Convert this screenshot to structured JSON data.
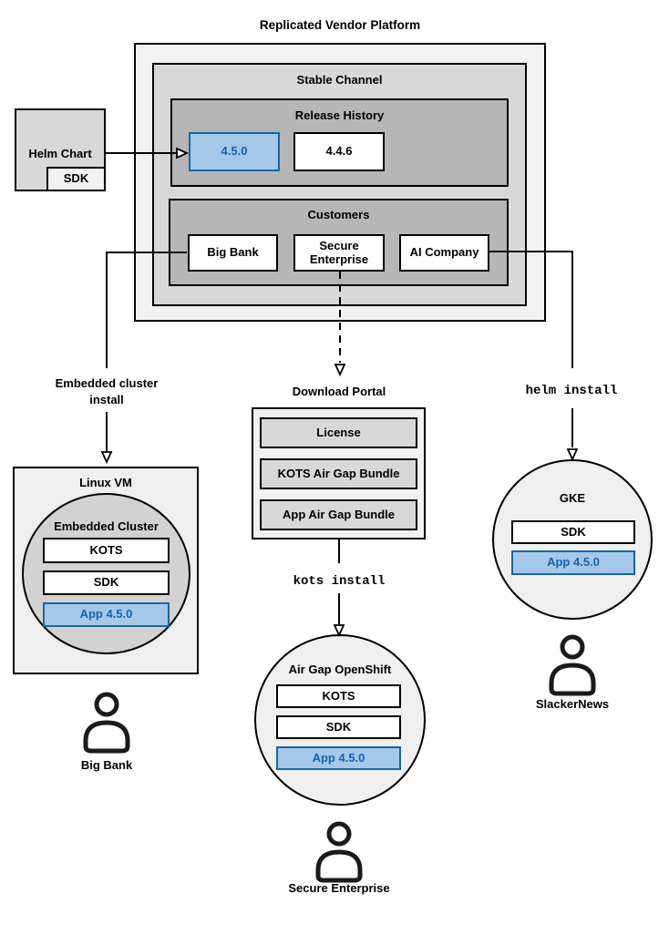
{
  "colors": {
    "highlight_fill": "#a5c8ea",
    "highlight_border": "#1666a5",
    "highlight_text": "#1761ad"
  },
  "diagram": {
    "title": "Replicated Vendor Platform",
    "stable_channel": {
      "label": "Stable Channel"
    },
    "release_history": {
      "label": "Release History",
      "releases": [
        "4.5.0",
        "4.4.6"
      ]
    },
    "customers": {
      "label": "Customers",
      "items": [
        "Big Bank",
        "Secure Enterprise",
        "AI Company"
      ]
    },
    "helm_chart": {
      "label": "Helm Chart",
      "sdk": "SDK"
    },
    "download_portal": {
      "label": "Download Portal",
      "items": [
        "License",
        "KOTS Air Gap Bundle",
        "App Air Gap Bundle"
      ]
    },
    "flow_labels": {
      "embedded_cluster_install": "Embedded cluster install",
      "helm_install": "helm install",
      "kots_install": "kots install"
    },
    "linux_vm": {
      "label": "Linux VM",
      "embedded_cluster": "Embedded Cluster",
      "stack": [
        "KOTS",
        "SDK",
        "App 4.5.0"
      ],
      "user": "Big Bank"
    },
    "airgap_openshift": {
      "label": "Air Gap OpenShift",
      "stack": [
        "KOTS",
        "SDK",
        "App 4.5.0"
      ],
      "user": "Secure Enterprise"
    },
    "gke": {
      "label": "GKE",
      "stack": [
        "SDK",
        "App 4.5.0"
      ],
      "user": "SlackerNews"
    }
  }
}
